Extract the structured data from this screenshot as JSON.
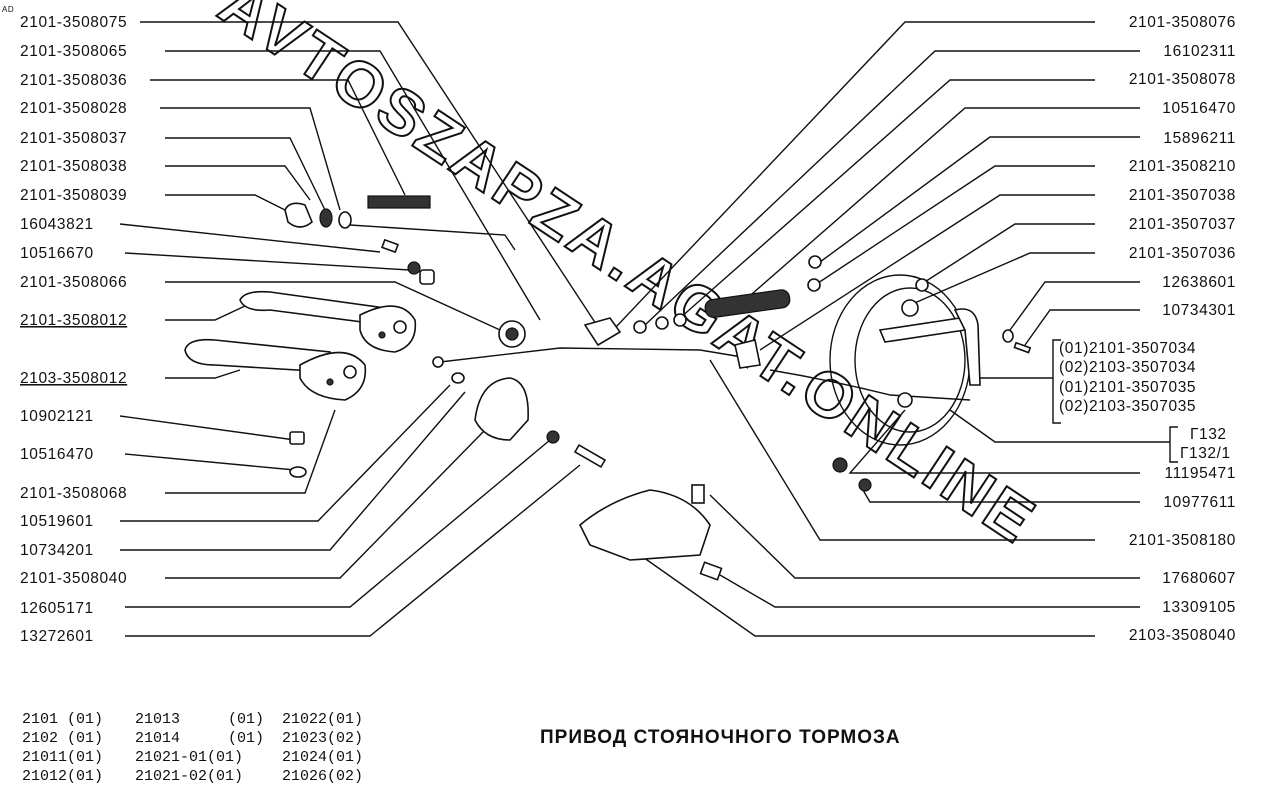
{
  "title": "ПРИВОД СТОЯНОЧНОГО ТОРМОЗА",
  "watermark": "AVTOSZAPZA.AGAT.ONLINE",
  "corner_mark": "AD",
  "left_labels": [
    "2101-3508075",
    "2101-3508065",
    "2101-3508036",
    "2101-3508028",
    "2101-3508037",
    "2101-3508038",
    "2101-3508039",
    "16043821",
    "10516670",
    "2101-3508066",
    "2101-3508012",
    "2103-3508012",
    "10902121",
    "10516470",
    "2101-3508068",
    "10519601",
    "10734201",
    "2101-3508040",
    "12605171",
    "13272601"
  ],
  "right_labels": [
    "2101-3508076",
    "16102311",
    "2101-3508078",
    "10516470",
    "15896211",
    "2101-3508210",
    "2101-3507038",
    "2101-3507037",
    "2101-3507036",
    "12638601",
    "10734301",
    "(01)2101-3507034",
    "(02)2103-3507034",
    "(01)2101-3507035",
    "(02)2103-3507035",
    "Г132",
    "Г132/1",
    "11195471",
    "10977611",
    "2101-3508180",
    "17680607",
    "13309105",
    "2103-3508040"
  ],
  "models": [
    [
      "2101 (01)",
      "21013",
      "(01)",
      "21022(01)"
    ],
    [
      "2102 (01)",
      "21014",
      "(01)",
      "21023(02)"
    ],
    [
      "21011(01)",
      "21021-01(01)",
      "21024(01)"
    ],
    [
      "21012(01)",
      "21021-02(01)",
      "21026(02)"
    ]
  ]
}
